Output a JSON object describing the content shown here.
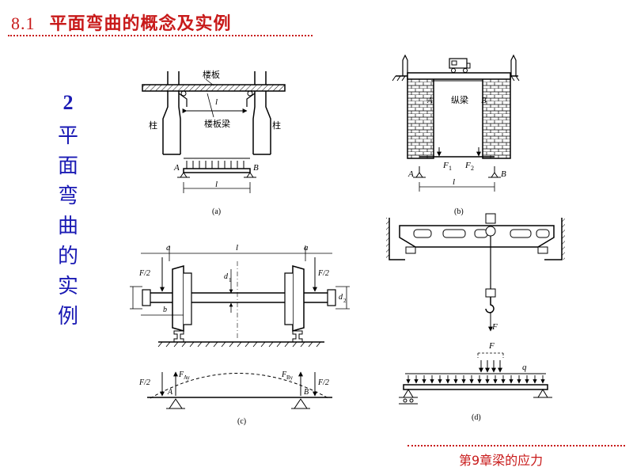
{
  "title": {
    "number": "8.1",
    "text": "平面弯曲的概念及实例"
  },
  "sidebar": {
    "number": "2",
    "chars": [
      "平",
      "面",
      "弯",
      "曲",
      "的",
      "实",
      "例"
    ]
  },
  "footer": "第9章梁的应力",
  "diagram_a": {
    "slab_label": "楼板",
    "beam_label": "楼板梁",
    "column_left": "柱",
    "column_right": "柱",
    "span": "l",
    "support_a": "A",
    "support_b": "B",
    "caption": "(a)"
  },
  "diagram_b": {
    "beam_label": "纵梁",
    "support_a": "A",
    "support_b": "B",
    "force_1": "F",
    "force_1_sub": "1",
    "force_2": "F",
    "force_2_sub": "2",
    "span": "l",
    "caption": "(b)"
  },
  "diagram_c": {
    "dim_a": "a",
    "dim_l": "l",
    "dim_a2": "a",
    "dim_b": "b",
    "force_left": "F/2",
    "force_right": "F/2",
    "d1": "d",
    "d1_sub": "1",
    "d2": "d",
    "d2_sub": "2",
    "reaction_a": "F",
    "reaction_a_sub": "Ay",
    "reaction_b": "F",
    "reaction_b_sub": "By",
    "support_a": "A",
    "support_b": "B",
    "caption": "(c)"
  },
  "diagram_d": {
    "force": "F",
    "force_label": "F",
    "load": "q",
    "caption": "(d)"
  }
}
